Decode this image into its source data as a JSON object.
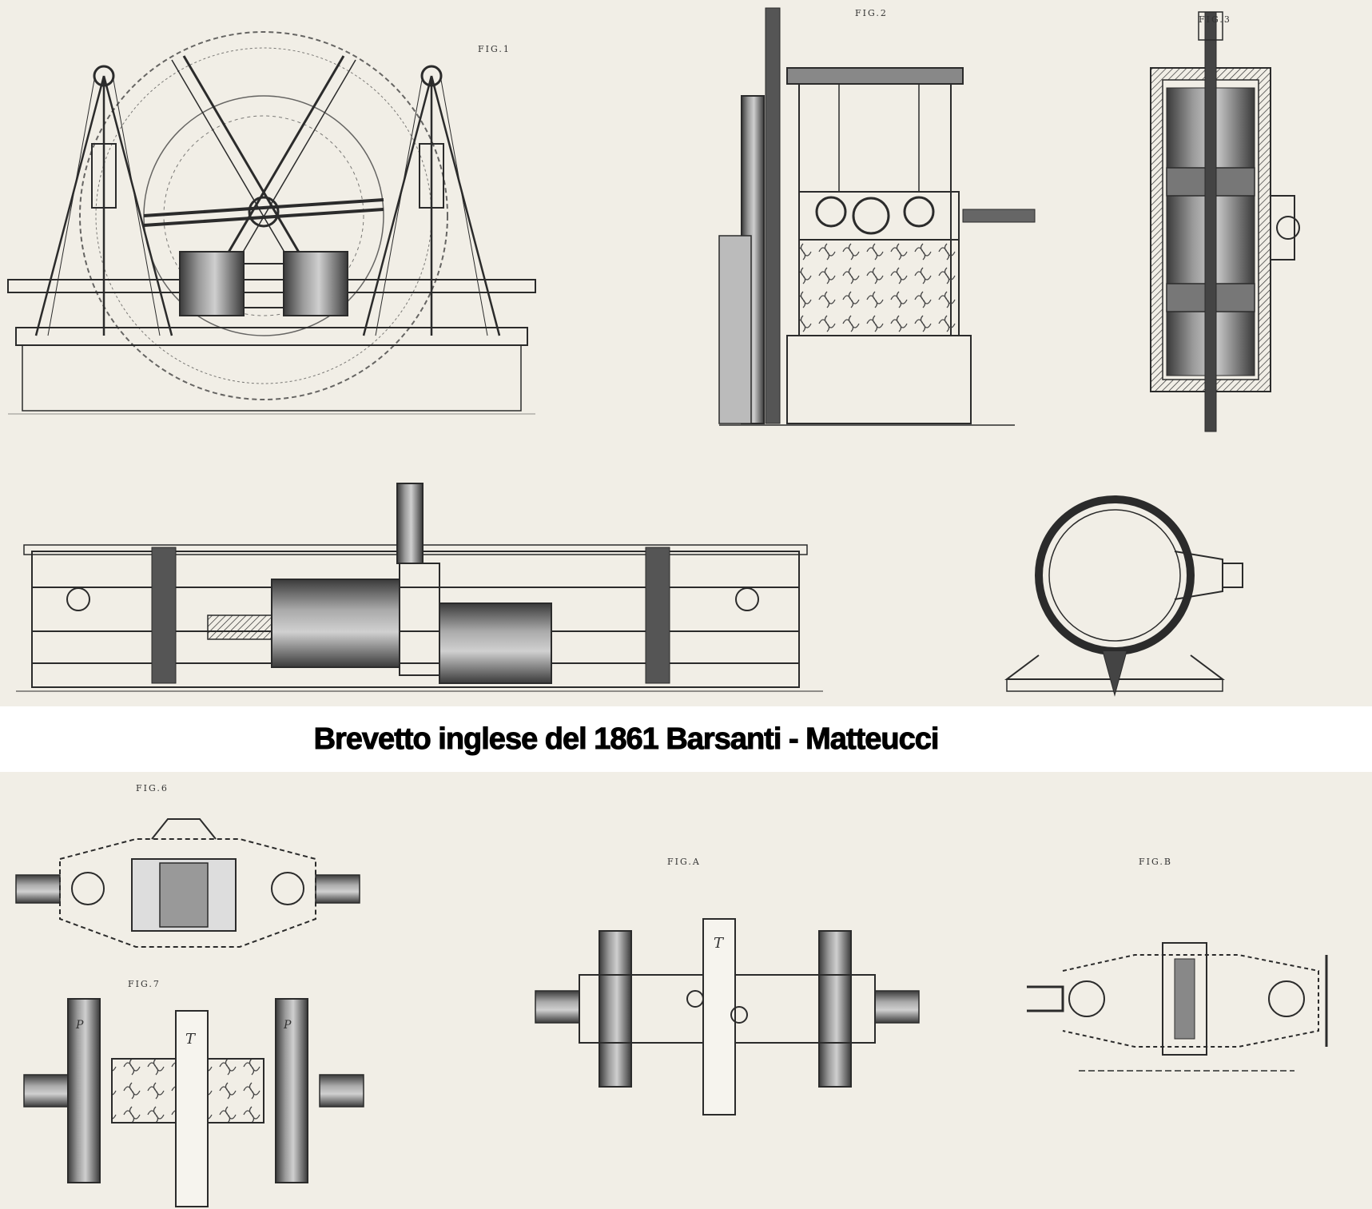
{
  "caption": "Brevetto inglese del 1861 Barsanti - Matteucci",
  "figures": {
    "fig1": "FIG.1",
    "fig2": "FIG.2",
    "fig3": "FIG.3",
    "fig6": "FIG.6",
    "fig7": "FIG.7",
    "figA": "FIG.A",
    "figB": "FIG.B"
  },
  "part_letters": {
    "T_upper": "T",
    "T_lower": "T",
    "P_left": "P",
    "P_right": "P"
  },
  "colors": {
    "paper": "#f1eee6",
    "ink": "#2b2b2b",
    "band": "#ffffff"
  }
}
